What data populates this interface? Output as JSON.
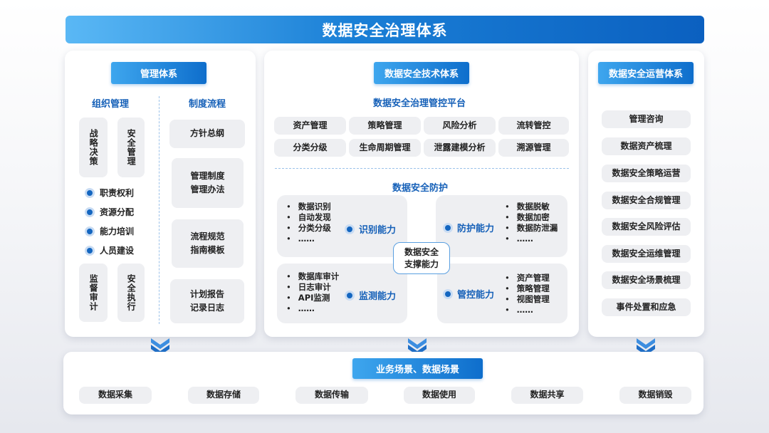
{
  "title": "数据安全治理体系",
  "left": {
    "header": "管理体系",
    "org_title": "组织管理",
    "proc_title": "制度流程",
    "org_top": [
      "战略决策",
      "安全管理"
    ],
    "org_items": [
      "职责权利",
      "资源分配",
      "能力培训",
      "人员建设"
    ],
    "org_bottom": [
      "监督审计",
      "安全执行"
    ],
    "proc_items": [
      {
        "line1": "方针总纲",
        "line2": ""
      },
      {
        "line1": "管理制度",
        "line2": "管理办法"
      },
      {
        "line1": "流程规范",
        "line2": "指南模板"
      },
      {
        "line1": "计划报告",
        "line2": "记录日志"
      }
    ]
  },
  "mid": {
    "header": "数据安全技术体系",
    "platform_title": "数据安全治理管控平台",
    "platform_items": [
      "资产管理",
      "策略管理",
      "风险分析",
      "流转管控",
      "分类分级",
      "生命周期管理",
      "泄露建模分析",
      "溯源管理"
    ],
    "protect_title": "数据安全防护",
    "capabilities": [
      {
        "label": "识别能力",
        "items": [
          "数据识别",
          "自动发现",
          "分类分级",
          "……"
        ]
      },
      {
        "label": "防护能力",
        "items": [
          "数据脱敏",
          "数据加密",
          "数据防泄漏",
          "……"
        ]
      },
      {
        "label": "监测能力",
        "items": [
          "数据库审计",
          "日志审计",
          "API监测",
          "……"
        ]
      },
      {
        "label": "管控能力",
        "items": [
          "资产管理",
          "策略管理",
          "视图管理",
          "……"
        ]
      }
    ],
    "center_line1": "数据安全",
    "center_line2": "支撑能力"
  },
  "right": {
    "header": "数据安全运营体系",
    "items": [
      "管理咨询",
      "数据资产梳理",
      "数据安全策略运营",
      "数据安全合规管理",
      "数据安全风险评估",
      "数据安全运维管理",
      "数据安全场景梳理",
      "事件处置和应急"
    ]
  },
  "bottom": {
    "header": "业务场景、数据场景",
    "items": [
      "数据采集",
      "数据存储",
      "数据传输",
      "数据使用",
      "数据共享",
      "数据销毁"
    ]
  },
  "colors": {
    "accent": "#0e6ecc",
    "accent_light": "#3ea6ee",
    "text_blue": "#1560b8",
    "pill_bg": "#eeeff2"
  },
  "icons": [
    "chevron-double-down-icon",
    "dot-icon"
  ]
}
